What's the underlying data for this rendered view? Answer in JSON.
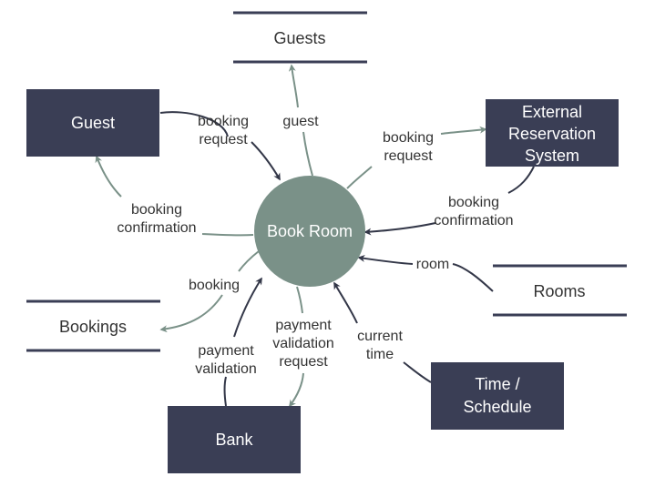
{
  "colors": {
    "entity_fill": "#3a3e55",
    "process_fill": "#7a9188",
    "dark_flow": "#333748",
    "light_flow": "#7a9188",
    "store_line": "#3a3e55"
  },
  "process": {
    "label": "Book Room"
  },
  "entities": {
    "guest": "Guest",
    "ext_line1": "External",
    "ext_line2": "Reservation",
    "ext_line3": "System",
    "bank": "Bank",
    "time_line1": "Time /",
    "time_line2": "Schedule"
  },
  "stores": {
    "guests": "Guests",
    "rooms": "Rooms",
    "bookings": "Bookings"
  },
  "flows": {
    "guest_booking_request_1": "booking",
    "guest_booking_request_2": "request",
    "guest_to_guests": "guest",
    "ext_booking_request_1": "booking",
    "ext_booking_request_2": "request",
    "ext_booking_confirmation_1": "booking",
    "ext_booking_confirmation_2": "confirmation",
    "room": "room",
    "current_time_1": "current",
    "current_time_2": "time",
    "payment_validation_request_1": "payment",
    "payment_validation_request_2": "validation",
    "payment_validation_request_3": "request",
    "payment_validation_1": "payment",
    "payment_validation_2": "validation",
    "booking": "booking",
    "guest_booking_confirmation_1": "booking",
    "guest_booking_confirmation_2": "confirmation"
  }
}
